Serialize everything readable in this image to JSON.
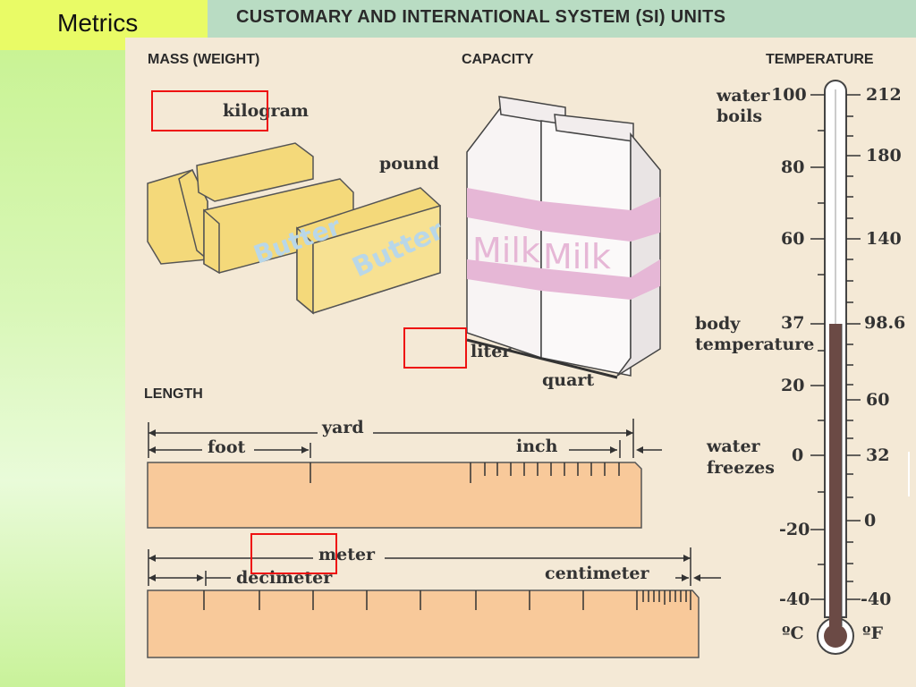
{
  "slide": {
    "title": "Metrics"
  },
  "header": {
    "title": "CUSTOMARY AND INTERNATIONAL SYSTEM (SI) UNITS"
  },
  "sections": {
    "mass": "MASS (WEIGHT)",
    "capacity": "CAPACITY",
    "temperature": "TEMPERATURE",
    "length": "LENGTH"
  },
  "mass": {
    "kilogram": "kilogram",
    "pound": "pound",
    "butter_text": "Butter"
  },
  "capacity": {
    "liter": "liter",
    "quart": "quart",
    "milk_text": "Milk"
  },
  "length": {
    "yard": "yard",
    "foot": "foot",
    "inch": "inch",
    "meter": "meter",
    "decimeter": "decimeter",
    "centimeter": "centimeter"
  },
  "temperature": {
    "celsius_unit": "ºC",
    "fahrenheit_unit": "ºF",
    "water_boils_1": "water",
    "water_boils_2": "boils",
    "body_temp_1": "body",
    "body_temp_2": "temperature",
    "water_freezes_1": "water",
    "water_freezes_2": "freezes",
    "celsius": [
      "100",
      "80",
      "60",
      "37",
      "20",
      "0",
      "-20",
      "-40"
    ],
    "fahrenheit": [
      "212",
      "180",
      "140",
      "98.6",
      "60",
      "32",
      "0",
      "-40"
    ],
    "mercury_level_c": 37,
    "mercury_color": "#6b4a45"
  },
  "colors": {
    "left_bar": "#c6f28e",
    "title_box": "#e9fb66",
    "header_bar": "#b9dcc3",
    "panel": "#f4e9d6",
    "ruler": "#f8c99a",
    "butter": "#f4d97a",
    "milk_stripe": "#e6b7d6",
    "blank_box": "#e11111"
  }
}
